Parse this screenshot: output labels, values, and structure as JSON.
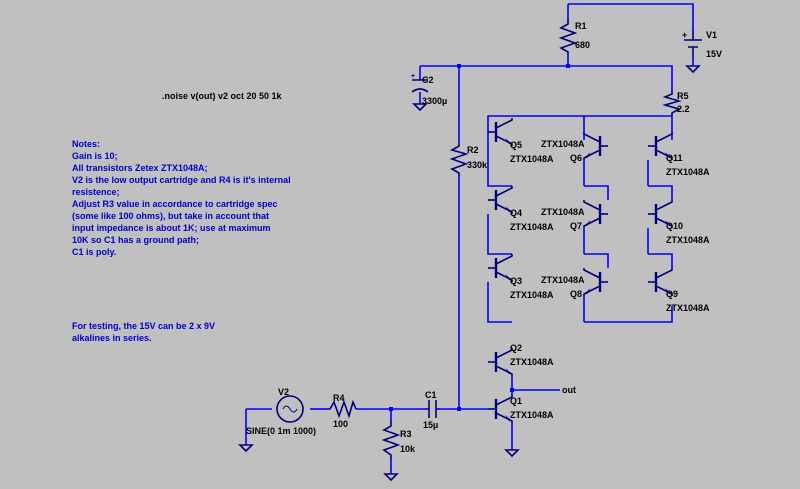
{
  "directive": ".noise v(out) v2 oct 20 50 1k",
  "notes": [
    "Notes:",
    "Gain is 10;",
    "All transistors Zetex ZTX1048A;",
    "V2 is the low output cartridge and R4 is it's internal",
    "resistence;",
    "Adjust R3 value in accordance to cartridge spec",
    "(some like 100 ohms), but take in account that",
    "input impedance is about 1K; use at maximum",
    "10K so C1 has a ground path;",
    "C1 is poly."
  ],
  "test_note": [
    "For testing, the 15V can be 2 x 9V",
    "alkalines in series."
  ],
  "components": {
    "R1": {
      "name": "R1",
      "value": "680"
    },
    "V1": {
      "name": "V1",
      "value": "15V"
    },
    "C2": {
      "name": "C2",
      "value": "3300µ"
    },
    "R5": {
      "name": "R5",
      "value": "2.2"
    },
    "R2": {
      "name": "R2",
      "value": "330k"
    },
    "V2": {
      "name": "V2",
      "value": "SINE(0 1m 1000)"
    },
    "R4": {
      "name": "R4",
      "value": "100"
    },
    "R3": {
      "name": "R3",
      "value": "10k"
    },
    "C1": {
      "name": "C1",
      "value": "15µ"
    }
  },
  "transistors": [
    {
      "name": "Q1",
      "model": "ZTX1048A"
    },
    {
      "name": "Q2",
      "model": "ZTX1048A"
    },
    {
      "name": "Q3",
      "model": "ZTX1048A"
    },
    {
      "name": "Q4",
      "model": "ZTX1048A"
    },
    {
      "name": "Q5",
      "model": "ZTX1048A"
    },
    {
      "name": "Q6",
      "model": "ZTX1048A"
    },
    {
      "name": "Q7",
      "model": "ZTX1048A"
    },
    {
      "name": "Q8",
      "model": "ZTX1048A"
    },
    {
      "name": "Q9",
      "model": "ZTX1048A"
    },
    {
      "name": "Q10",
      "model": "ZTX1048A"
    },
    {
      "name": "Q11",
      "model": "ZTX1048A"
    }
  ],
  "net_out": "out",
  "v1_plus": "+",
  "colors": {
    "background": "#c0c0c0",
    "wire": "#0000ff",
    "component": "#000080",
    "note_text": "#0000cc"
  }
}
